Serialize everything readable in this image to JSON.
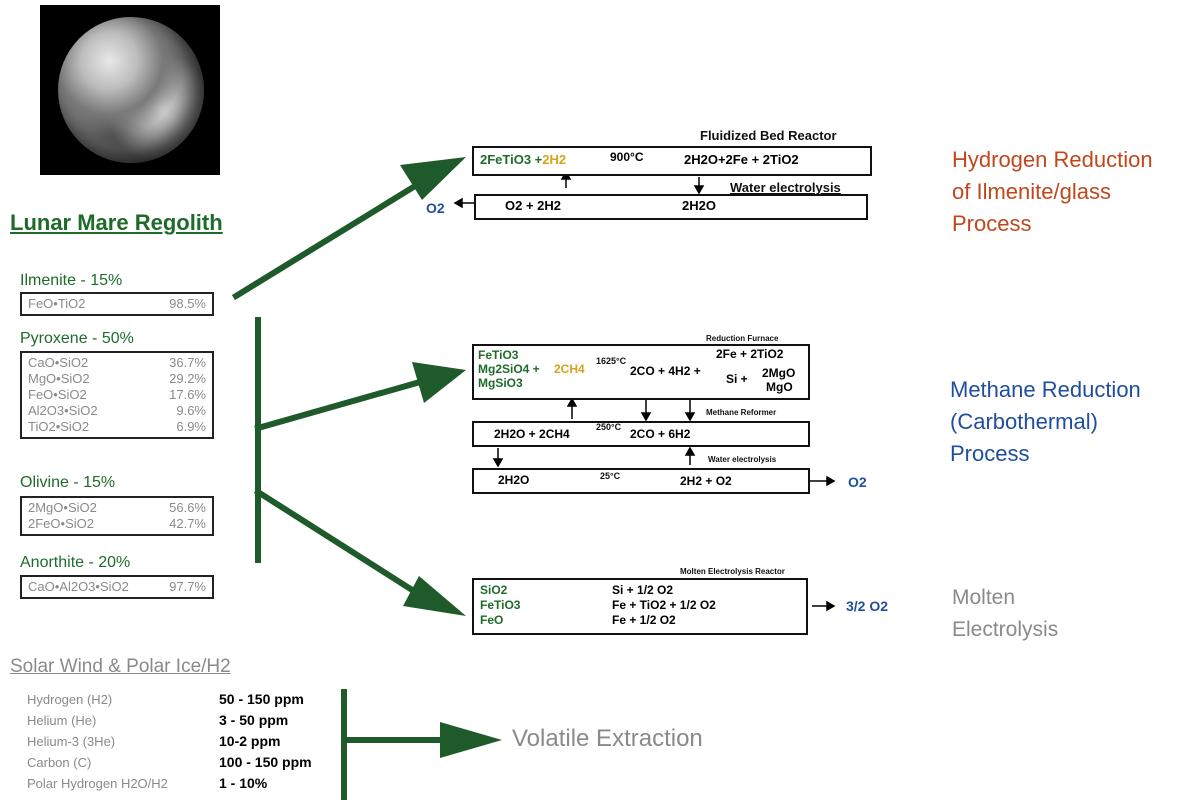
{
  "regolith": {
    "title": "Lunar Mare Regolith",
    "minerals": [
      {
        "name": "Ilmenite - 15%",
        "rows": [
          {
            "formula": "FeO•TiO2",
            "pct": "98.5%"
          }
        ]
      },
      {
        "name": "Pyroxene - 50%",
        "rows": [
          {
            "formula": "CaO•SiO2",
            "pct": "36.7%"
          },
          {
            "formula": "MgO•SiO2",
            "pct": "29.2%"
          },
          {
            "formula": "FeO•SiO2",
            "pct": "17.6%"
          },
          {
            "formula": "Al2O3•SiO2",
            "pct": "9.6%"
          },
          {
            "formula": "TiO2•SiO2",
            "pct": "6.9%"
          }
        ]
      },
      {
        "name": "Olivine - 15%",
        "rows": [
          {
            "formula": "2MgO•SiO2",
            "pct": "56.6%"
          },
          {
            "formula": "2FeO•SiO2",
            "pct": "42.7%"
          }
        ]
      },
      {
        "name": "Anorthite - 20%",
        "rows": [
          {
            "formula": "CaO•Al2O3•SiO2",
            "pct": "97.7%"
          }
        ]
      }
    ]
  },
  "solar": {
    "title": "Solar Wind & Polar Ice/H2",
    "items": [
      {
        "name": "Hydrogen (H2)",
        "value": "50 - 150 ppm"
      },
      {
        "name": "Helium (He)",
        "value": "3 - 50 ppm"
      },
      {
        "name": "Helium-3 (3He)",
        "value": "10-2 ppm"
      },
      {
        "name": "Carbon (C)",
        "value": "100 - 150 ppm"
      },
      {
        "name": "Polar Hydrogen H2O/H2",
        "value": "1 - 10%"
      }
    ],
    "extraction": "Volatile Extraction"
  },
  "hydrogen": {
    "reactor_label": "Fluidized Bed Reactor",
    "reactant": "2FeTiO3 +",
    "reactant_h2": "2H2",
    "temp": "900°C",
    "products": "2H2O+2Fe + 2TiO2",
    "electrolysis_label": "Water electrolysis",
    "elec_left": "O2  +  2H2",
    "elec_right": "2H2O",
    "o2": "O2",
    "process": [
      "Hydrogen Reduction",
      "of Ilmenite/glass",
      "Process"
    ]
  },
  "methane": {
    "furnace_label": "Reduction Furnace",
    "reactants": [
      "FeTiO3",
      "Mg2SiO4 +",
      "MgSiO3"
    ],
    "ch4": "2CH4",
    "temp": "1625°C",
    "middle": "2CO + 4H2 +",
    "products": [
      "2Fe + 2TiO2",
      "Si +",
      "2MgO",
      "MgO"
    ],
    "reformer_label": "Methane Reformer",
    "reformer_eq_left": "2H2O + 2CH4",
    "reformer_temp": "250°C",
    "reformer_eq_right": "2CO + 6H2",
    "water_label": "Water electrolysis",
    "water_left": "2H2O",
    "water_temp": "25°C",
    "water_right": "2H2  +  O2",
    "o2": "O2",
    "process": [
      "Methane Reduction",
      "(Carbothermal)",
      "Process"
    ]
  },
  "molten": {
    "reactor_label": "Molten Electrolysis Reactor",
    "rows": [
      {
        "left": "SiO2",
        "right": "Si + 1/2 O2"
      },
      {
        "left": "FeTiO3",
        "right": "Fe + TiO2 + 1/2 O2"
      },
      {
        "left": "FeO",
        "right": "Fe + 1/2 O2"
      }
    ],
    "o2": "3/2 O2",
    "process": [
      "Molten",
      "Electrolysis"
    ]
  },
  "colors": {
    "green": "#1f6b2a",
    "orange": "#c0471b",
    "blue": "#1f4e9e",
    "gray": "#8a8a8a",
    "yellow": "#d9a21b"
  }
}
